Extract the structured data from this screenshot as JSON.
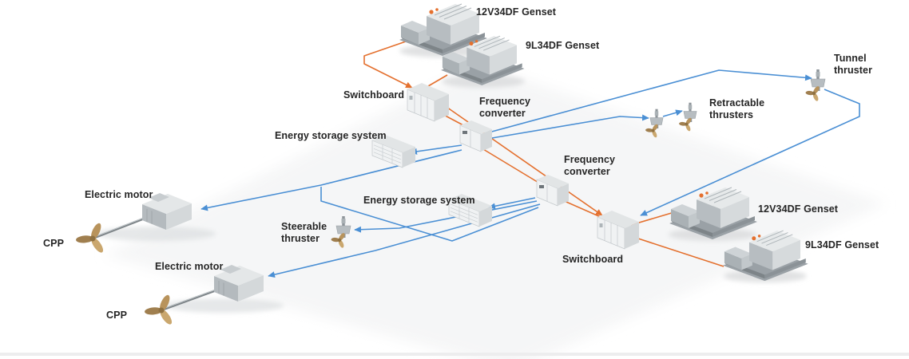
{
  "colors": {
    "power_line_orange": "#e4702e",
    "electric_line_blue": "#4a8fd4",
    "equipment_gray": "#c9ccce",
    "propeller_bronze": "#b8935c"
  },
  "labels": {
    "genset_12v_top": "12V34DF Genset",
    "genset_9l_top": "9L34DF Genset",
    "tunnel_thruster": "Tunnel\nthruster",
    "switchboard_top": "Switchboard",
    "freq_conv_top": "Frequency\nconverter",
    "retractable_thrusters": "Retractable\nthrusters",
    "ess_top": "Energy storage system",
    "freq_conv_bottom": "Frequency\nconverter",
    "electric_motor_top": "Electric motor",
    "ess_bottom": "Energy storage system",
    "genset_12v_bottom": "12V34DF Genset",
    "steerable_thruster": "Steerable\nthruster",
    "cpp_top": "CPP",
    "genset_9l_bottom": "9L34DF Genset",
    "switchboard_bottom": "Switchboard",
    "electric_motor_bottom": "Electric motor",
    "cpp_bottom": "CPP"
  }
}
